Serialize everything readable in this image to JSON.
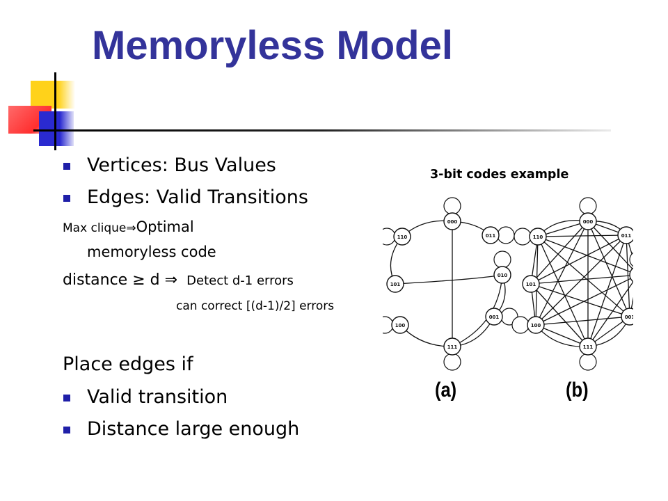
{
  "slide": {
    "title": "Memoryless Model",
    "bullets_top": [
      "Vertices: Bus Values",
      "Edges: Valid Transitions"
    ],
    "max_clique_small": "Max clique",
    "max_clique_arrow": "⇒",
    "max_clique_optimal": "Optimal",
    "memoryless_code": "memoryless  code",
    "distance_prefix": "distance ≥ d ⇒",
    "detect_errors": "Detect d-1 errors",
    "correct_errors": "can correct [(d-1)/2] errors",
    "place_edges": "Place edges if",
    "bullets_bottom": [
      "Valid transition",
      "Distance large enough"
    ]
  },
  "diagram": {
    "title": "3-bit codes example",
    "panel_a_label": "(a)",
    "panel_b_label": "(b)",
    "node_labels": [
      "000",
      "011",
      "110",
      "101",
      "010",
      "100",
      "001",
      "111"
    ]
  },
  "colors": {
    "title": "#33339a",
    "bullet": "#1f1fa8",
    "deco_yellow": "#ffd21a",
    "deco_blue": "#2a2ad0",
    "deco_red": "#ff3b3b"
  }
}
